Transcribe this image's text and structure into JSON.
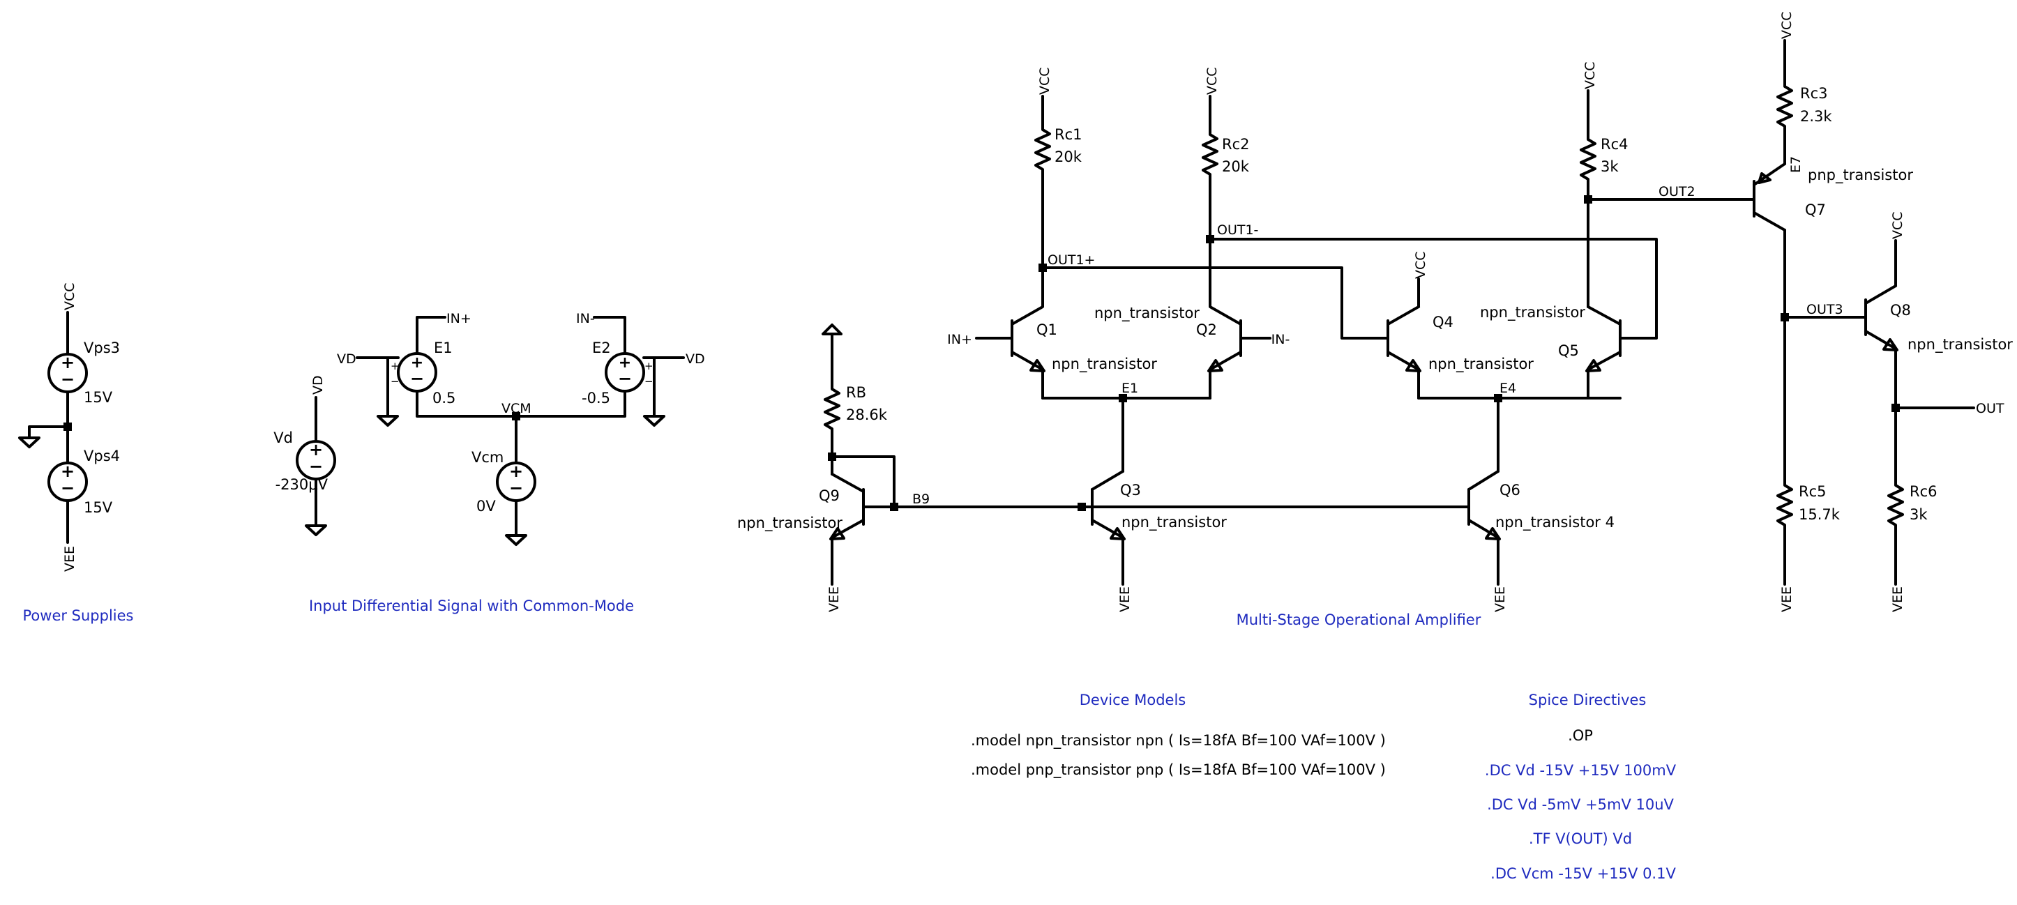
{
  "titles": {
    "power_supplies": "Power Supplies",
    "input_signal": "Input Differential Signal with Common-Mode",
    "opamp": "Multi-Stage Operational Amplifier",
    "device_models": "Device Models",
    "spice_directives": "Spice Directives"
  },
  "models": [
    ".model npn_transistor npn ( Is=18fA Bf=100 VAf=100V )",
    ".model pnp_transistor pnp ( Is=18fA Bf=100 VAf=100V )"
  ],
  "directives": [
    ".OP",
    ".DC Vd -15V +15V 100mV",
    ".DC Vd -5mV +5mV 10uV",
    ".TF V(OUT) Vd",
    ".DC Vcm -15V +15V 0.1V"
  ],
  "directive_colors": {
    ".OP": "#000000",
    ".DC": "#1f2bbf",
    ".TF": "#1f2bbf"
  },
  "nets": {
    "vcc": "VCC",
    "vee": "VEE",
    "in_plus": "IN+",
    "in_minus": "IN-",
    "vd": "VD",
    "vcm": "VCM",
    "out1_plus": "OUT1+",
    "out1_minus": "OUT1-",
    "out2": "OUT2",
    "out3": "OUT3",
    "out": "OUT",
    "e1": "E1",
    "e4": "E4",
    "e7": "E7",
    "b9": "B9"
  },
  "sources": {
    "vps3": {
      "name": "Vps3",
      "value": "15V"
    },
    "vps4": {
      "name": "Vps4",
      "value": "15V"
    },
    "vd": {
      "name": "Vd",
      "value": "-230μV"
    },
    "vcm": {
      "name": "Vcm",
      "value": "0V"
    },
    "e1": {
      "name": "E1",
      "value": "0.5"
    },
    "e2": {
      "name": "E2",
      "value": "-0.5"
    }
  },
  "resistors": {
    "rc1": {
      "name": "Rc1",
      "value": "20k"
    },
    "rc2": {
      "name": "Rc2",
      "value": "20k"
    },
    "rc3": {
      "name": "Rc3",
      "value": "2.3k"
    },
    "rc4": {
      "name": "Rc4",
      "value": "3k"
    },
    "rc5": {
      "name": "Rc5",
      "value": "15.7k"
    },
    "rc6": {
      "name": "Rc6",
      "value": "3k"
    },
    "rb": {
      "name": "RB",
      "value": "28.6k"
    }
  },
  "transistors": {
    "q1": {
      "name": "Q1",
      "model": "npn_transistor"
    },
    "q2": {
      "name": "Q2",
      "model": "npn_transistor"
    },
    "q3": {
      "name": "Q3",
      "model": "npn_transistor"
    },
    "q4": {
      "name": "Q4",
      "model": "npn_transistor"
    },
    "q5": {
      "name": "Q5",
      "model": "npn_transistor"
    },
    "q6": {
      "name": "Q6",
      "model": "npn_transistor 4"
    },
    "q7": {
      "name": "Q7",
      "model": "pnp_transistor"
    },
    "q8": {
      "name": "Q8",
      "model": "npn_transistor"
    },
    "q9": {
      "name": "Q9",
      "model": "npn_transistor"
    }
  }
}
